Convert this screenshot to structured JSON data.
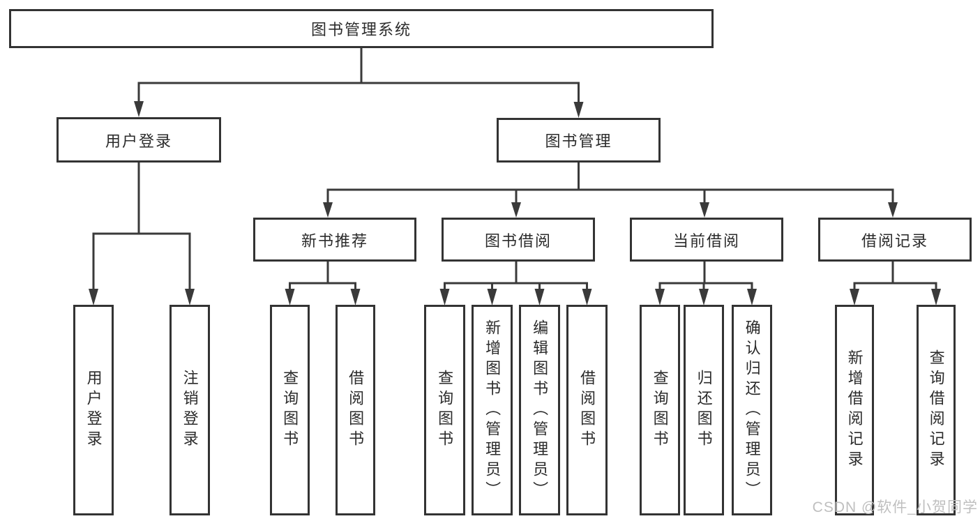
{
  "root": {
    "label": "图书管理系统"
  },
  "branches": [
    {
      "label": "用户登录",
      "children": [
        {
          "label": "用户登录"
        },
        {
          "label": "注销登录"
        }
      ]
    },
    {
      "label": "图书管理",
      "children": [
        {
          "label": "新书推荐",
          "children": [
            {
              "label": "查询图书"
            },
            {
              "label": "借阅图书"
            }
          ]
        },
        {
          "label": "图书借阅",
          "children": [
            {
              "label": "查询图书"
            },
            {
              "label": "新增图书（管理员）"
            },
            {
              "label": "编辑图书（管理员）"
            },
            {
              "label": "借阅图书"
            }
          ]
        },
        {
          "label": "当前借阅",
          "children": [
            {
              "label": "查询图书"
            },
            {
              "label": "归还图书"
            },
            {
              "label": "确认归还（管理员）"
            }
          ]
        },
        {
          "label": "借阅记录",
          "children": [
            {
              "label": "新增借阅记录"
            },
            {
              "label": "查询借阅记录"
            }
          ]
        }
      ]
    }
  ],
  "watermark": "CSDN @软件_小贺同学",
  "colors": {
    "line": "#3a3a3a",
    "border": "#333333",
    "text": "#2b2b2b",
    "watermark": "#bfbfbf",
    "background": "#ffffff"
  }
}
